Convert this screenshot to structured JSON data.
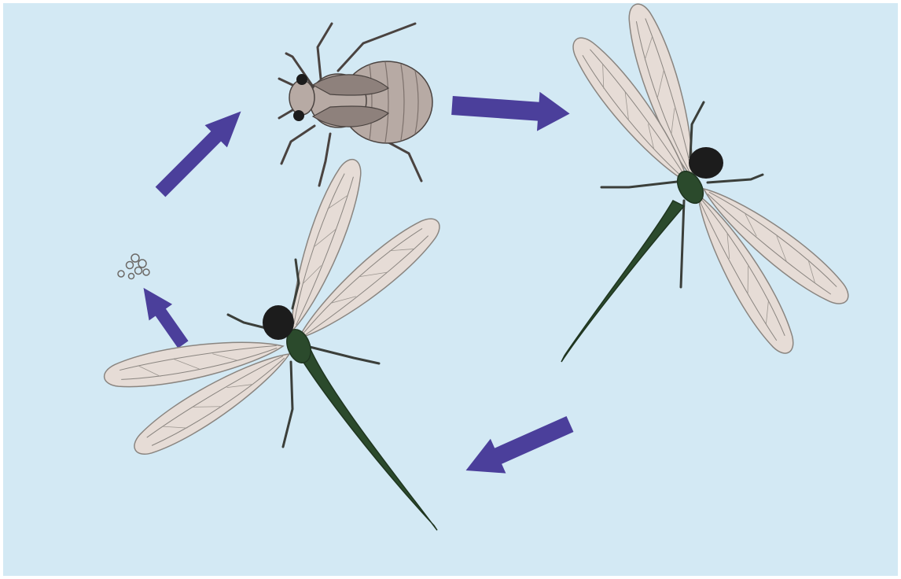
{
  "diagram": {
    "type": "life-cycle",
    "stages": [
      {
        "id": "eggs",
        "icon": "eggs-icon"
      },
      {
        "id": "nymph",
        "icon": "nymph-icon"
      },
      {
        "id": "emerging-adult",
        "icon": "dragonfly-icon"
      },
      {
        "id": "adult",
        "icon": "dragonfly-icon"
      }
    ],
    "cycle_order": [
      "eggs",
      "nymph",
      "emerging-adult",
      "adult",
      "eggs"
    ],
    "colors": {
      "background": "#d3e9f4",
      "arrow": "#4b3f9b",
      "wing": "#e6dcd6",
      "wing_vein": "#8a8580",
      "dragonfly_body": "#2b4a2c",
      "dragonfly_head": "#1c1c1c",
      "nymph_body": "#b7aaa4",
      "nymph_wingpad": "#8e817c",
      "outline": "#4a4340"
    }
  }
}
